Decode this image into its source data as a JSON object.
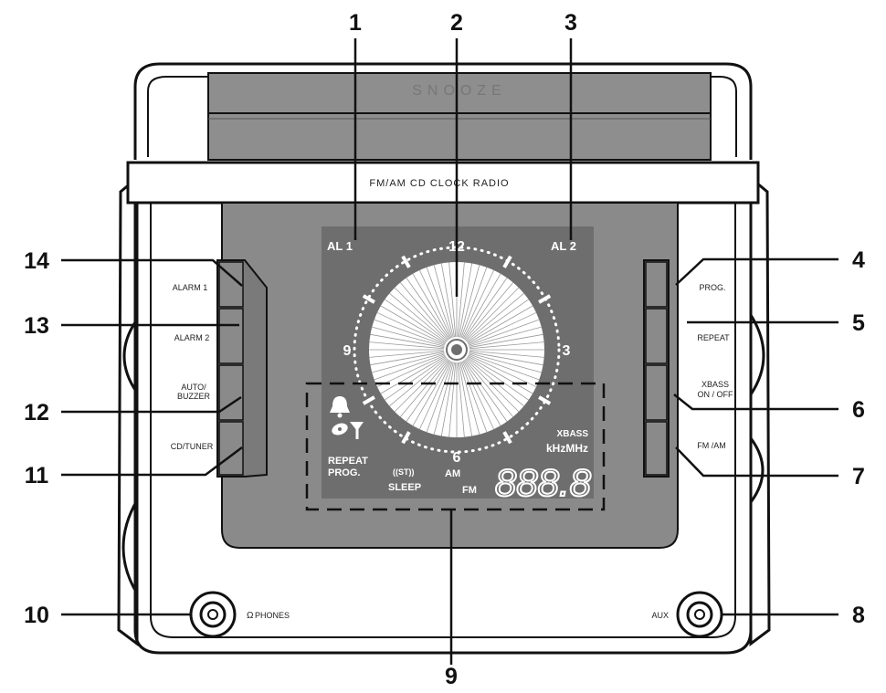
{
  "device": {
    "snooze_label": "SNOOZE",
    "model_label": "FM/AM CD CLOCK RADIO"
  },
  "callouts": [
    "1",
    "2",
    "3",
    "4",
    "5",
    "6",
    "7",
    "8",
    "9",
    "10",
    "11",
    "12",
    "13",
    "14"
  ],
  "left_buttons": {
    "alarm1": "ALARM 1",
    "alarm2": "ALARM 2",
    "auto_buzzer_line1": "AUTO/",
    "auto_buzzer_line2": "BUZZER",
    "cd_tuner": "CD/TUNER"
  },
  "right_buttons": {
    "prog": "PROG.",
    "repeat": "REPEAT",
    "xbass_line1": "XBASS",
    "xbass_line2": "ON / OFF",
    "fm_am": "FM /AM"
  },
  "jacks": {
    "phones": "PHONES",
    "aux": "AUX"
  },
  "display": {
    "al1": "AL 1",
    "al2": "AL 2",
    "hour_12": "12",
    "hour_3": "3",
    "hour_6": "6",
    "hour_9": "9",
    "repeat": "REPEAT",
    "prog": "PROG.",
    "stereo": "((ST))",
    "sleep": "SLEEP",
    "am": "AM",
    "fm": "FM",
    "xbass": "XBASS",
    "khz_mhz": "kHzMHz",
    "frequency_digits": "888.8",
    "icons": [
      "bell-icon",
      "cd-icon",
      "antenna-icon"
    ]
  }
}
